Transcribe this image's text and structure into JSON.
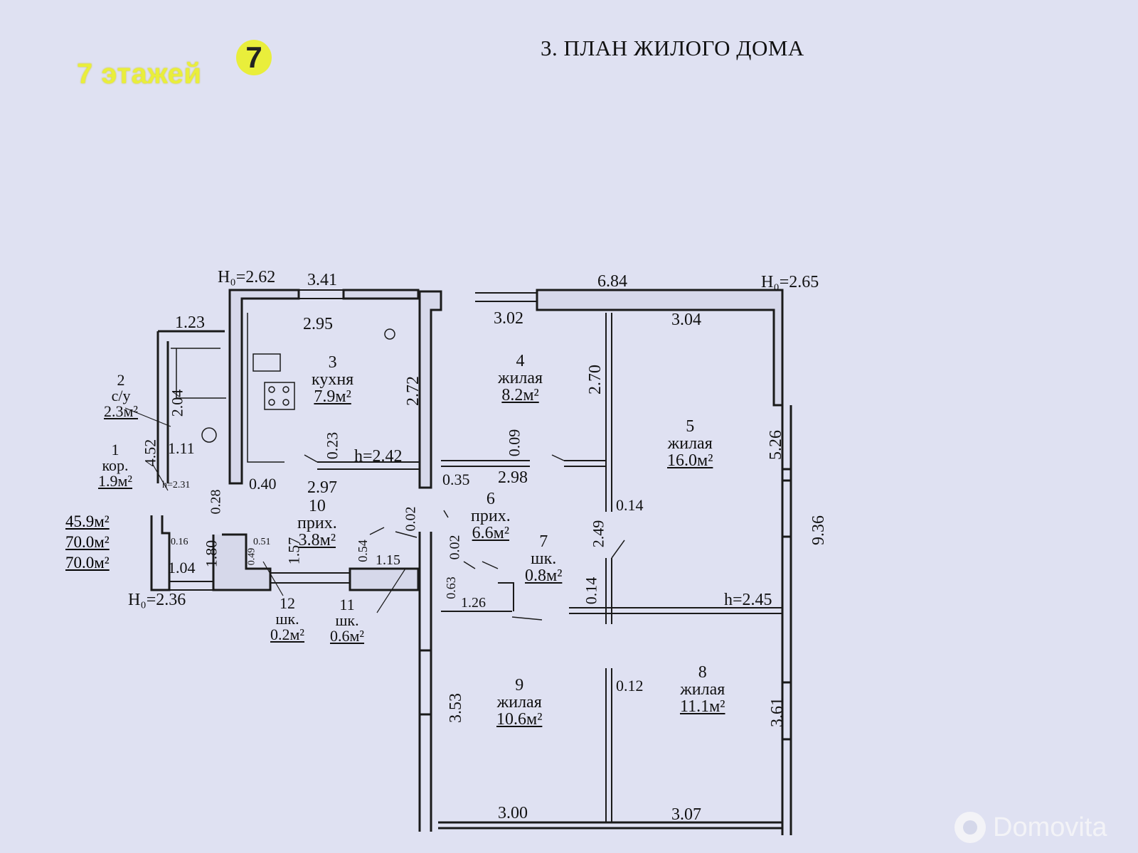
{
  "watermark": {
    "brand_text": "7 этажей",
    "brand_logo_text": "7",
    "bottom_brand": "Domovita"
  },
  "title": "3. ПЛАН ЖИЛОГО ДОМА",
  "heights": {
    "nw": "H₀=2.62",
    "ne": "H₀=2.65",
    "sw": "H₀=2.36"
  },
  "ceilings": {
    "kitchen": "h=2.42",
    "room5": "h=2.45",
    "corridor": "h=2.31"
  },
  "totals": [
    "45.9м²",
    "70.0м²",
    "70.0м²"
  ],
  "rooms": [
    {
      "id": "r1",
      "num": "1",
      "name": "кор.",
      "area": "1.9м²"
    },
    {
      "id": "r2",
      "num": "2",
      "name": "с/у",
      "area": "2.3м²"
    },
    {
      "id": "r3",
      "num": "3",
      "name": "кухня",
      "area": "7.9м²"
    },
    {
      "id": "r4",
      "num": "4",
      "name": "жилая",
      "area": "8.2м²"
    },
    {
      "id": "r5",
      "num": "5",
      "name": "жилая",
      "area": "16.0м²"
    },
    {
      "id": "r6",
      "num": "6",
      "name": "прих.",
      "area": "6.6м²"
    },
    {
      "id": "r7",
      "num": "7",
      "name": "шк.",
      "area": "0.8м²"
    },
    {
      "id": "r8",
      "num": "8",
      "name": "жилая",
      "area": "11.1м²"
    },
    {
      "id": "r9",
      "num": "9",
      "name": "жилая",
      "area": "10.6м²"
    },
    {
      "id": "r10",
      "num": "10",
      "name": "прих.",
      "area": "3.8м²"
    },
    {
      "id": "r11",
      "num": "11",
      "name": "шк.",
      "area": "0.6м²"
    },
    {
      "id": "r12",
      "num": "12",
      "name": "шк.",
      "area": "0.2м²"
    }
  ],
  "dims": {
    "d341": "3.41",
    "d684": "6.84",
    "d123": "1.23",
    "d295": "2.95",
    "d302": "3.02",
    "d304": "3.04",
    "d272": "2.72",
    "d270": "2.70",
    "d526": "5.26",
    "d936": "9.36",
    "d204": "2.04",
    "d452": "4.52",
    "d111": "1.11",
    "d023": "0.23",
    "d009": "0.09",
    "d040": "0.40",
    "d297": "2.97",
    "d035": "0.35",
    "d298": "2.98",
    "d014a": "0.14",
    "d249": "2.49",
    "d028": "0.28",
    "d002a": "0.02",
    "d002b": "0.02",
    "d016": "0.16",
    "d180": "1.80",
    "d104": "1.04",
    "d051": "0.51",
    "d049": "0.49",
    "d157": "1.57",
    "d054": "0.54",
    "d115": "1.15",
    "d063": "0.63",
    "d126": "1.26",
    "d014b": "0.14",
    "d012": "0.12",
    "d353": "3.53",
    "d361": "3.61",
    "d300": "3.00",
    "d307": "3.07"
  }
}
